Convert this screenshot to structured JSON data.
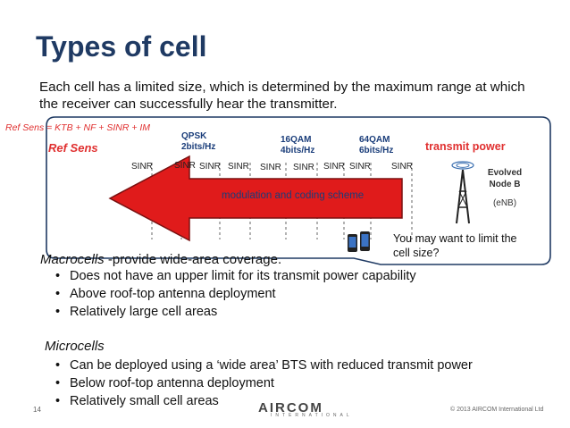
{
  "title": "Types of cell",
  "intro": "Each cell has a limited size, which is determined by the maximum range at which the receiver can successfully hear the transmitter.",
  "diagram": {
    "ref_sens_formula": "Ref Sens = KTB + NF + SINR + IM",
    "ref_sens_label": "Ref Sens",
    "modulations": [
      {
        "line1": "QPSK",
        "line2": "2bits/Hz"
      },
      {
        "line1": "16QAM",
        "line2": "4bits/Hz"
      },
      {
        "line1": "64QAM",
        "line2": "6bits/Hz"
      }
    ],
    "sinr": "SINR",
    "arrow_label": "modulation and coding scheme",
    "transmit_power": "transmit power",
    "enodeb_line1": "Evolved",
    "enodeb_line2": "Node B",
    "enodeb_line3": "(eNB)",
    "limit_question": "You may want to limit the cell size?"
  },
  "macro": {
    "heading_italic": "Macrocells",
    "heading_rest": " -provide wide-area coverage.",
    "bullets": [
      "Does not have an upper limit for its transmit power capability",
      "Above roof-top antenna deployment",
      "Relatively large cell areas"
    ]
  },
  "micro": {
    "heading_italic": "Microcells",
    "bullets": [
      "Can be deployed using a ‘wide area’ BTS with reduced transmit power",
      "Below roof-top antenna deployment",
      "Relatively small cell areas"
    ]
  },
  "footer": {
    "page": "14",
    "logo": "AIRCOM",
    "logo_sub": "INTERNATIONAL",
    "copyright": "© 2013 AIRCOM International Ltd"
  },
  "colors": {
    "title": "#1f3a63",
    "accent_red": "#e03030",
    "arrow_red": "#e01b1b",
    "mod_blue": "#1a3d7a",
    "bubble_border": "#1f3a63"
  }
}
